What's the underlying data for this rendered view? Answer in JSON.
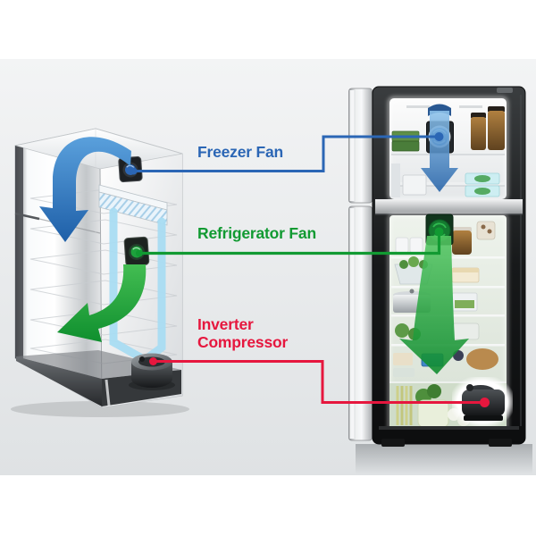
{
  "callouts": {
    "freezer_fan": {
      "label": "Freezer Fan",
      "color": "#2b66b5"
    },
    "refrigerator_fan": {
      "label": "Refrigerator Fan",
      "color": "#119a32"
    },
    "inverter_compressor": {
      "label": "Inverter Compressor",
      "color": "#e6173e"
    }
  },
  "panel": {
    "page_background": "#ffffff",
    "top_color": "#f3f4f5",
    "bottom_color": "#dfe2e4"
  },
  "airflow": {
    "freezer_arrow_top": "#5aa0dc",
    "freezer_arrow_bottom": "#1e5fa8",
    "refrigerator_arrow_top": "#43bd52",
    "refrigerator_arrow_bottom": "#0f8f2e",
    "duct_color": "#a9dcf2"
  }
}
